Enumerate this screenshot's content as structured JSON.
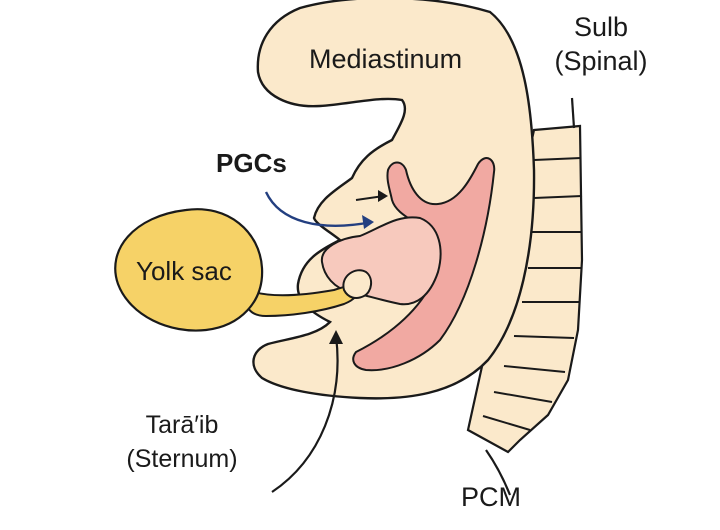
{
  "labels": {
    "mediastinum": "Mediastinum",
    "sulb_line1": "Sulb",
    "sulb_line2": "(Spinal)",
    "pgcs": "PGCs",
    "yolk_sac": "Yolk sac",
    "taraib_line1": "Tarā′ib",
    "taraib_line2": "(Sternum)",
    "pcm": "PCM"
  },
  "colors": {
    "embryo_fill": "#fbe9cb",
    "outline": "#1a1a1a",
    "gonad_ridge": "#f1a9a2",
    "gonad_inner": "#f7c9bd",
    "yolk_sac": "#f6d267",
    "arrow_blue": "#233f80"
  }
}
